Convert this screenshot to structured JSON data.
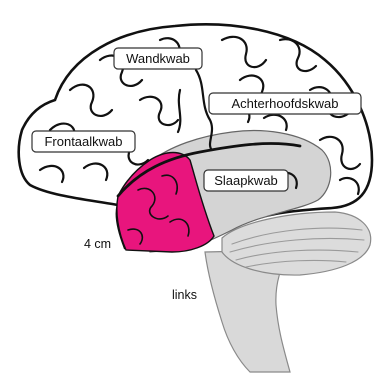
{
  "labels": {
    "wandkwab": "Wandkwab",
    "achterhoofdskwab": "Achterhoofdskwab",
    "frontaalkwab": "Frontaalkwab",
    "slaapkwab": "Slaapkwab"
  },
  "annotations": {
    "size": "4 cm",
    "side": "links"
  },
  "colors": {
    "highlight": "#e8157d",
    "temporal_gray": "#d4d4d4",
    "stem_gray": "#d9d9d9",
    "outline": "#111111"
  }
}
